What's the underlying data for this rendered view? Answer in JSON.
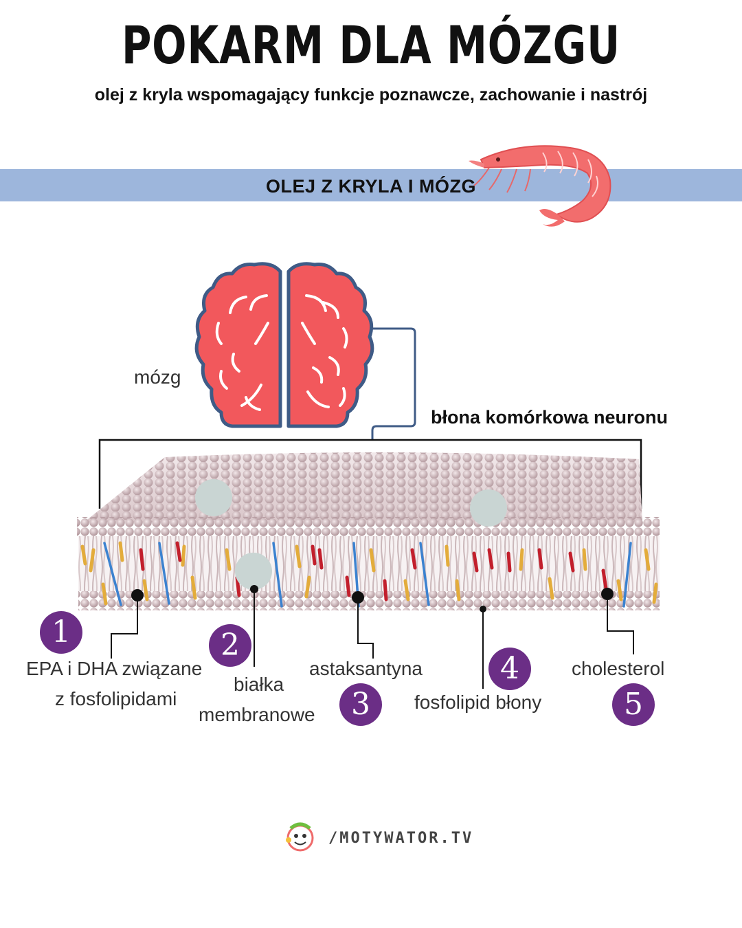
{
  "title": "POKARM DLA MÓZGU",
  "subtitle": "olej z kryla wspomagający funkcje poznawcze, zachowanie i nastrój",
  "band_label": "OLEJ Z KRYLA I MÓZG",
  "brain_label": "mózg",
  "membrane_label": "błona komórkowa neuronu",
  "items": [
    {
      "number": "1",
      "line1": "EPA i DHA związane",
      "line2": "z fosfolipidami"
    },
    {
      "number": "2",
      "line1": "białka",
      "line2": "membranowe"
    },
    {
      "number": "3",
      "line1": "astaksantyna"
    },
    {
      "number": "4",
      "line1": "fosfolipid błony"
    },
    {
      "number": "5",
      "line1": "cholesterol"
    }
  ],
  "footer": "/MOTYWATOR.TV",
  "icons": [
    "shrimp-icon",
    "brain-icon",
    "membrane-illustration",
    "motywator-logo-icon"
  ],
  "colors": {
    "band": "#9db6dc",
    "brain": "#f2585c",
    "brain_outline": "#3f5b86",
    "badge": "#6b2e86"
  }
}
